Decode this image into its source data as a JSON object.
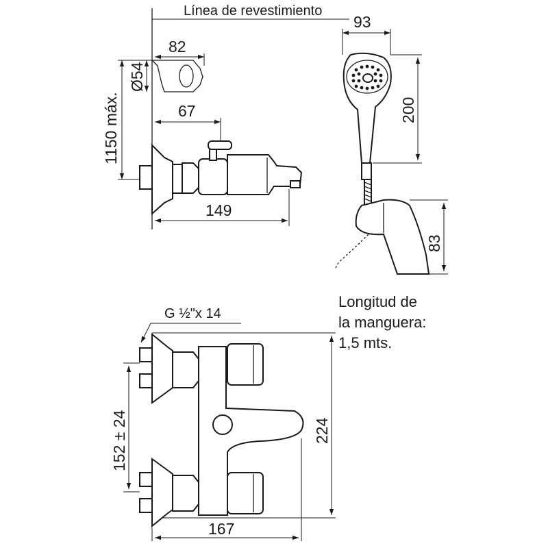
{
  "labels": {
    "linea_revestimiento": "Línea de revestimiento",
    "dim_82": "82",
    "dim_54": "Ø54",
    "dim_1150": "1150 máx.",
    "dim_67": "67",
    "dim_149": "149",
    "dim_93": "93",
    "dim_200": "200",
    "dim_83": "83",
    "thread": "G ½\"x 14",
    "dim_152": "152 ± 24",
    "dim_224": "224",
    "dim_167": "167",
    "hose_line1": "Longitud de",
    "hose_line2": "la manguera:",
    "hose_line3": "1,5 mts."
  }
}
